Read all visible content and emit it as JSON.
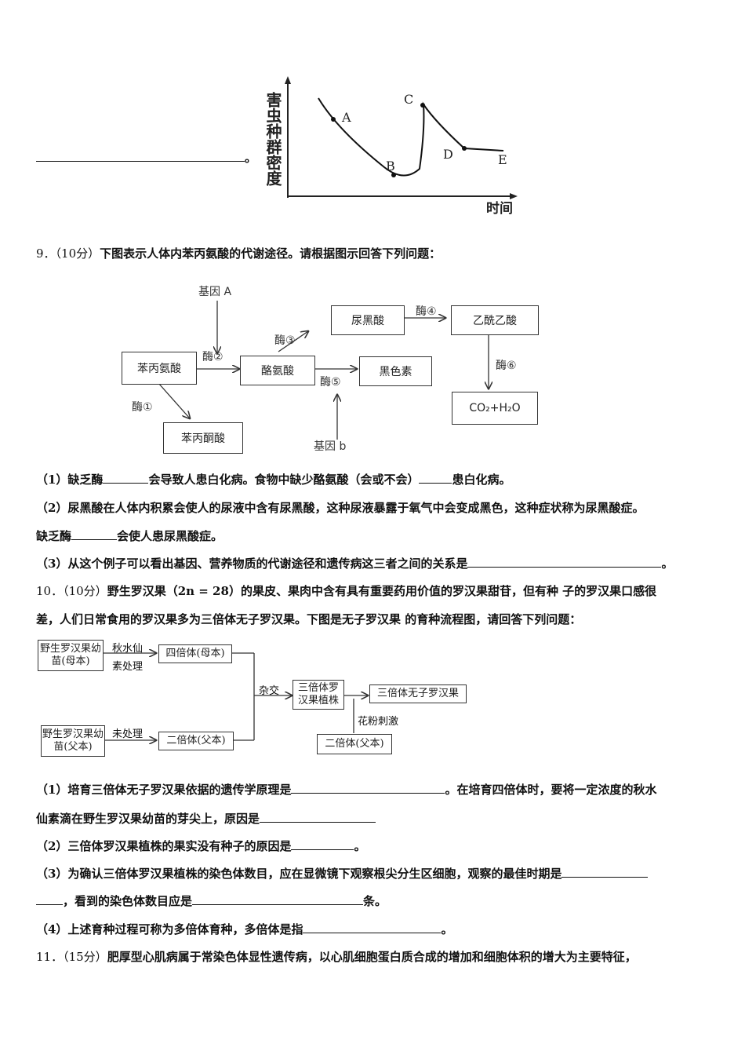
{
  "graph8": {
    "ylabel": "害虫种群密度",
    "xlabel": "时间",
    "points": [
      "A",
      "B",
      "C",
      "D",
      "E"
    ]
  },
  "q8_tail": "。",
  "q9": {
    "num": "9．",
    "score": "（10分）",
    "stem": "下图表示人体内苯丙氨酸的代谢途径。请根据图示回答下列问题：",
    "diagram": {
      "gene_a": "基因 A",
      "gene_b": "基因 b",
      "phe": "苯丙氨酸",
      "tyr": "酪氨酸",
      "hga": "尿黑酸",
      "mal": "乙酰乙酸",
      "mel": "黑色素",
      "ppa": "苯丙酮酸",
      "co2": "CO₂+H₂O",
      "e1": "酶①",
      "e2": "酶②",
      "e3": "酶③",
      "e4": "酶④",
      "e5": "酶⑤",
      "e6": "酶⑥"
    },
    "p1a": "（1）缺乏酶",
    "p1b": "会导致人患白化病。食物中缺少酪氨酸（会或不会）",
    "p1c": "患白化病。",
    "p2a": "（2）尿黑酸在人体内积累会使人的尿液中含有尿黑酸，这种尿液暴露于氧气中会变成黑色，这种症状称为尿黑酸症。",
    "p2b": "缺乏酶",
    "p2c": "会使人患尿黑酸症。",
    "p3a": "（3）从这个例子可以看出基因、营养物质的代谢途径和遗传病这三者之间的关系是",
    "p3b": "。"
  },
  "q10": {
    "num": "10．",
    "score": "（10分）",
    "stem1a": "野生罗汉果（",
    "stem1b": "2n = 28",
    "stem1c": "）的果皮、果肉中含有具有重要药用价值的罗汉果甜苷，但有种 子的罗汉果口感很",
    "stem2": "差，人们日常食用的罗汉果多为三倍体无子罗汉果。下图是无子罗汉果 的育种流程图，请回答下列问题：",
    "flow": {
      "wild_mother": "野生罗汉果幼苗(母本)",
      "colch1": "秋水仙",
      "colch2": "素处理",
      "tetra": "四倍体(母本)",
      "cross": "杂交",
      "triploid": "三倍体罗汉果植株",
      "seedless": "三倍体无子罗汉果",
      "wild_father": "野生罗汉果幼苗(父本)",
      "untreated": "未处理",
      "diploid1": "二倍体(父本)",
      "pollen": "花粉刺激",
      "diploid2": "二倍体(父本)"
    },
    "p1a": "（1）培育三倍体无子罗汉果依据的遗传学原理是",
    "p1b": "。在培育四倍体时，要将一定浓度的秋水",
    "p1c": "仙素滴在野生罗汉果幼苗的芽尖上，原因是",
    "p2a": "（2）三倍体罗汉果植株的果实没有种子的原因是",
    "p2b": "。",
    "p3a": "（3）为确认三倍体罗汉果植株的染色体数目，应在显微镜下观察根尖分生区细胞，观察的最佳时期是",
    "p3b": "，看到的染色体数目应是",
    "p3c": "条。",
    "p4a": "（4）上述育种过程可称为多倍体育种，多倍体是指",
    "p4b": "。"
  },
  "q11": {
    "num": "11．",
    "score": "（15分）",
    "stem": "肥厚型心肌病属于常染色体显性遗传病，以心肌细胞蛋白质合成的增加和细胞体积的增大为主要特征，"
  }
}
